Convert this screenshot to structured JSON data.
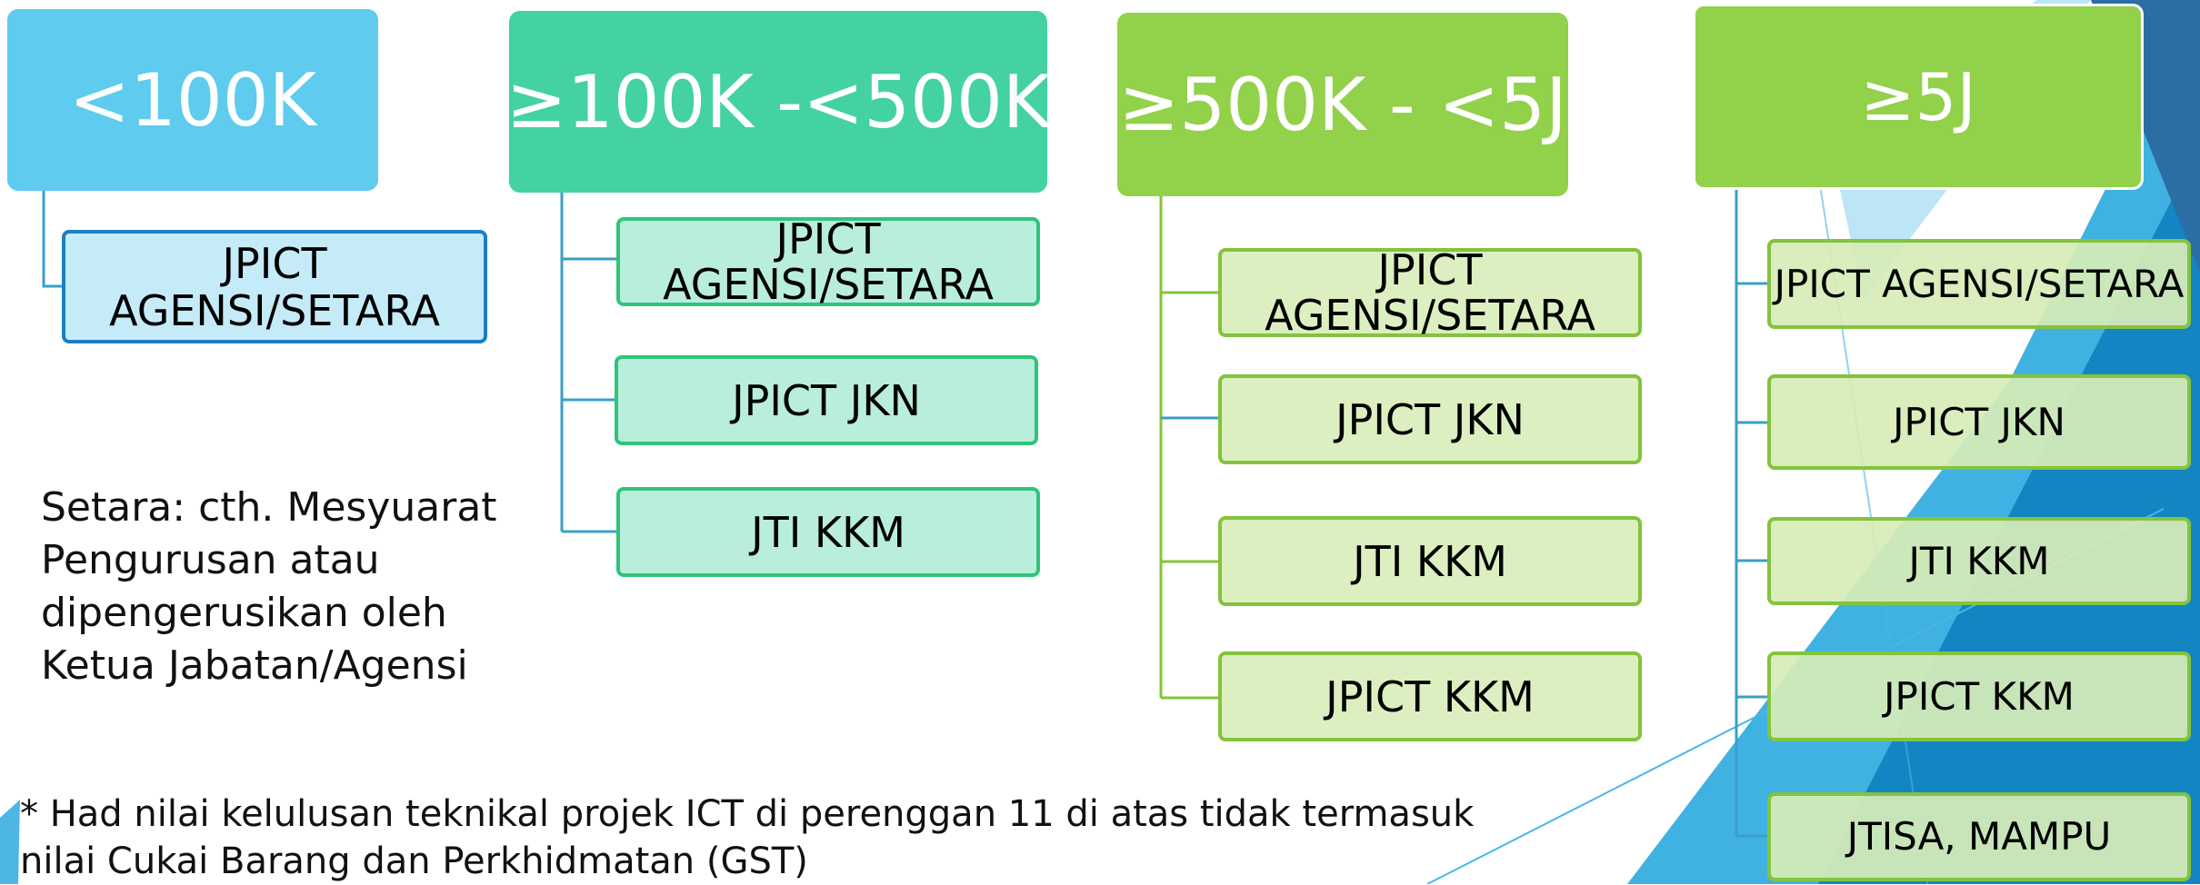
{
  "columns": [
    {
      "header": "<100K",
      "items": [
        "JPICT AGENSI/SETARA"
      ]
    },
    {
      "header": "≥100K -<500K",
      "items": [
        "JPICT AGENSI/SETARA",
        "JPICT JKN",
        "JTI KKM"
      ]
    },
    {
      "header": "≥500K - <5J",
      "items": [
        "JPICT AGENSI/SETARA",
        "JPICT JKN",
        "JTI KKM",
        "JPICT KKM"
      ]
    },
    {
      "header": "≥5J",
      "items": [
        "JPICT AGENSI/SETARA",
        "JPICT JKN",
        "JTI KKM",
        "JPICT KKM",
        "JTISA, MAMPU"
      ]
    }
  ],
  "note": "Setara: cth. Mesyuarat Pengurusan atau dipengerusikan oleh Ketua Jabatan/Agensi",
  "footnote": "* Had nilai kelulusan teknikal projek ICT di perenggan 11 di atas tidak termasuk nilai Cukai Barang dan Perkhidmatan (GST)",
  "colors": {
    "header_1": "#5ecbef",
    "header_2": "#44d1a4",
    "header_3": "#92d14a",
    "header_4": "#92d14a",
    "connector": "#3a9fc8"
  }
}
